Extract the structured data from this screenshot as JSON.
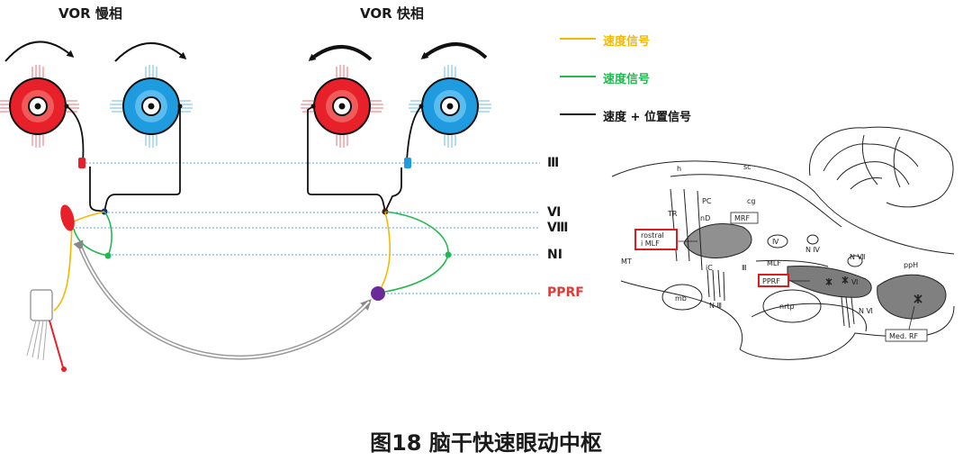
{
  "phases": {
    "slow": "VOR 慢相",
    "fast": "VOR 快相"
  },
  "nuclei": {
    "III": "Ⅲ",
    "VI": "Ⅵ",
    "VIII": "Ⅷ",
    "NI": "NI",
    "PPRF": "PPRF"
  },
  "legend": [
    {
      "label": "速度信号",
      "color": "#f5b800"
    },
    {
      "label": "速度信号",
      "color": "#20b84f"
    },
    {
      "label": "速度 + 位置信号",
      "color": "#111111"
    }
  ],
  "colors": {
    "red_eye": "#e8202a",
    "blue_eye": "#1f9be0",
    "guide_line": "#5aa6e6",
    "pprf_node": "#6a2a9a",
    "highlight_box": "#d91e1e"
  },
  "brain": {
    "labels": [
      "h",
      "sc",
      "PC",
      "cg",
      "TR",
      "nD",
      "MRF",
      "Ⅳ",
      "N Ⅳ",
      "MT",
      "iC",
      "Ⅲ",
      "MLF",
      "N Ⅶ",
      "ppH",
      "mb",
      "N Ⅲ",
      "nrtp",
      "Ⅵ",
      "N Ⅵ"
    ],
    "boxed": {
      "rostral_line1": "rostral",
      "rostral_line2": "i MLF",
      "pprf": "PPRF",
      "med_rf": "Med. RF"
    }
  },
  "caption": "图18  脑干快速眼动中枢"
}
